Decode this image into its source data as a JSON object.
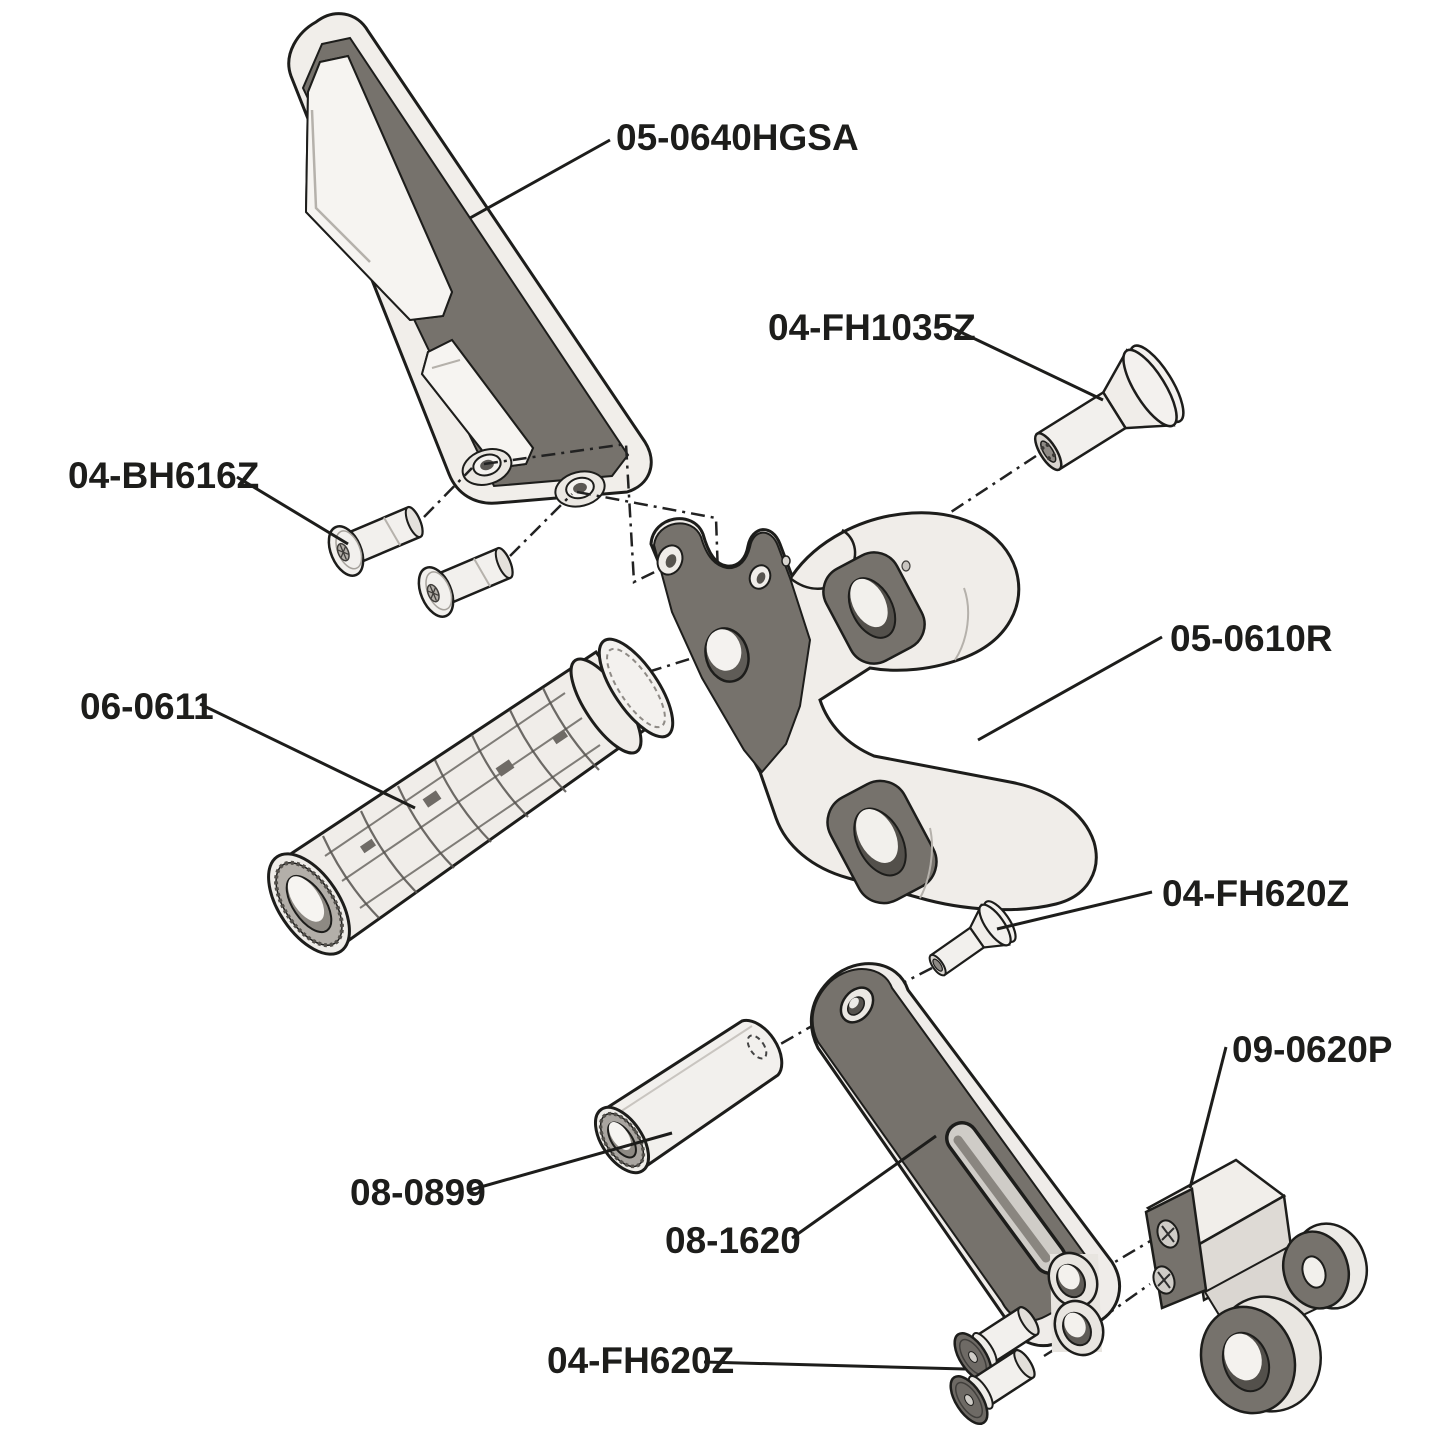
{
  "page": {
    "background": "#ffffff",
    "kind": "exploded-parts-diagram"
  },
  "diagram": {
    "ink": "#1d1d1b",
    "fill_light": "#f2f0ed",
    "fill_mid": "#e7e4df",
    "fill_dark": "#76726c",
    "labels": [
      {
        "id": "heel-guard",
        "text": "05-0640HGSA"
      },
      {
        "id": "flat-head-bolt-large",
        "text": "04-FH1035Z"
      },
      {
        "id": "button-head-bolts",
        "text": "04-BH616Z"
      },
      {
        "id": "main-bracket",
        "text": "05-0610R"
      },
      {
        "id": "footpeg",
        "text": "06-0611"
      },
      {
        "id": "flat-head-bolt-small",
        "text": "04-FH620Z"
      },
      {
        "id": "pedal-clamp",
        "text": "09-0620P"
      },
      {
        "id": "spacer",
        "text": "08-0899"
      },
      {
        "id": "shift-arm",
        "text": "08-1620"
      },
      {
        "id": "flat-head-bolt-pair",
        "text": "04-FH620Z"
      }
    ]
  }
}
